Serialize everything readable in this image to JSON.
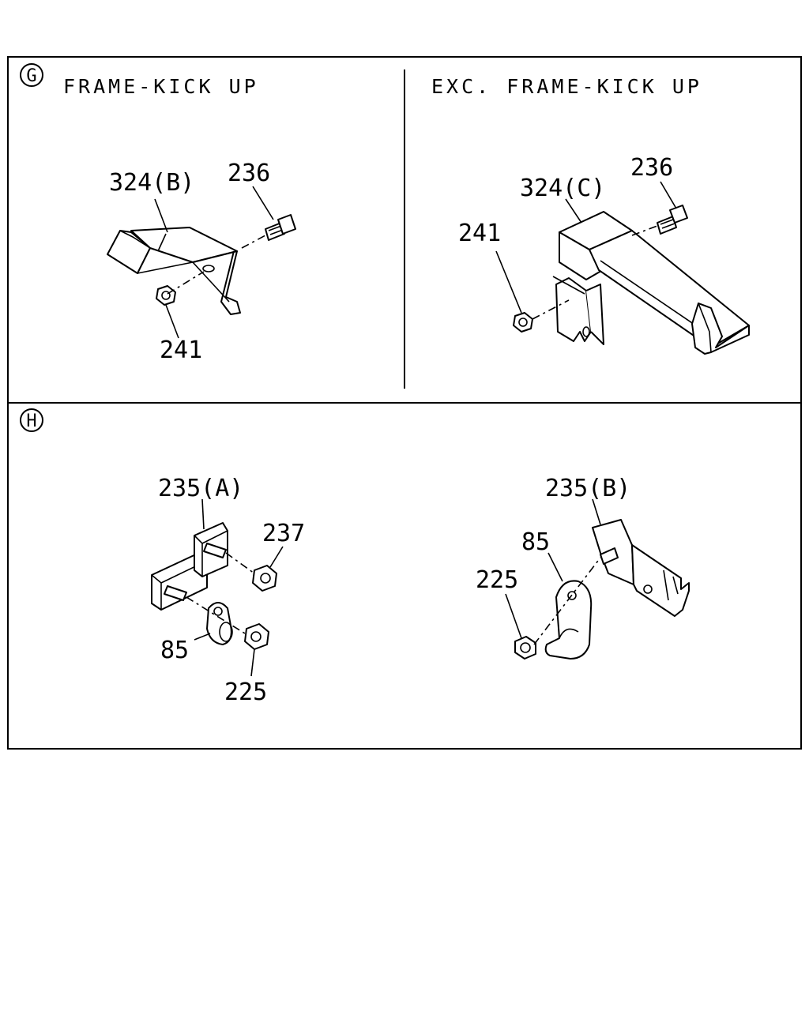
{
  "sections": {
    "g": {
      "marker": "G",
      "left_title": "FRAME-KICK UP",
      "right_title": "EXC. FRAME-KICK UP",
      "left_callouts": {
        "bracket": "324(B)",
        "bolt": "236",
        "nut": "241"
      },
      "right_callouts": {
        "bracket": "324(C)",
        "bolt": "236",
        "nut": "241"
      }
    },
    "h": {
      "marker": "H",
      "left_callouts": {
        "bracket": "235(A)",
        "nut_upper": "237",
        "clip": "85",
        "nut_lower": "225"
      },
      "right_callouts": {
        "bracket": "235(B)",
        "clip": "85",
        "nut": "225"
      }
    }
  }
}
